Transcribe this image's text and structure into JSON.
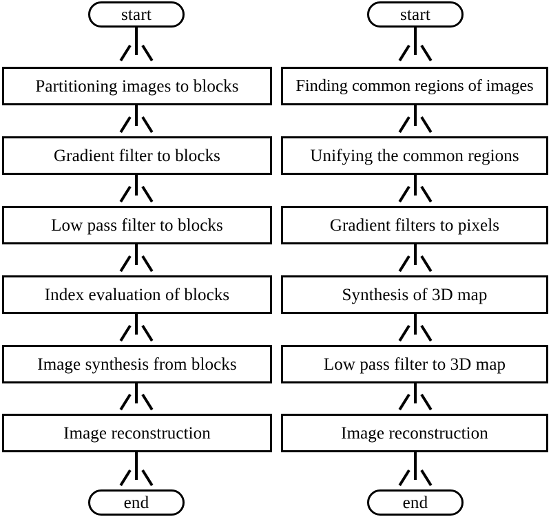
{
  "diagram": {
    "type": "flowchart",
    "orientation": "two parallel vertical flows, top-to-bottom",
    "columns": [
      {
        "id": "left-flow",
        "start_label": "start",
        "end_label": "end",
        "steps": [
          "Partitioning images to blocks",
          "Gradient filter to blocks",
          "Low pass filter to blocks",
          "Index evaluation of blocks",
          "Image synthesis from blocks",
          "Image reconstruction"
        ]
      },
      {
        "id": "right-flow",
        "start_label": "start",
        "end_label": "end",
        "steps": [
          "Finding common regions of images",
          "Unifying the common regions",
          "Gradient filters to pixels",
          "Synthesis of 3D map",
          "Low pass filter to 3D map",
          "Image reconstruction"
        ]
      }
    ],
    "colors": {
      "stroke": "#000000",
      "fill": "#ffffff",
      "text": "#000000"
    },
    "connector_icon": "down-arrow-icon"
  }
}
